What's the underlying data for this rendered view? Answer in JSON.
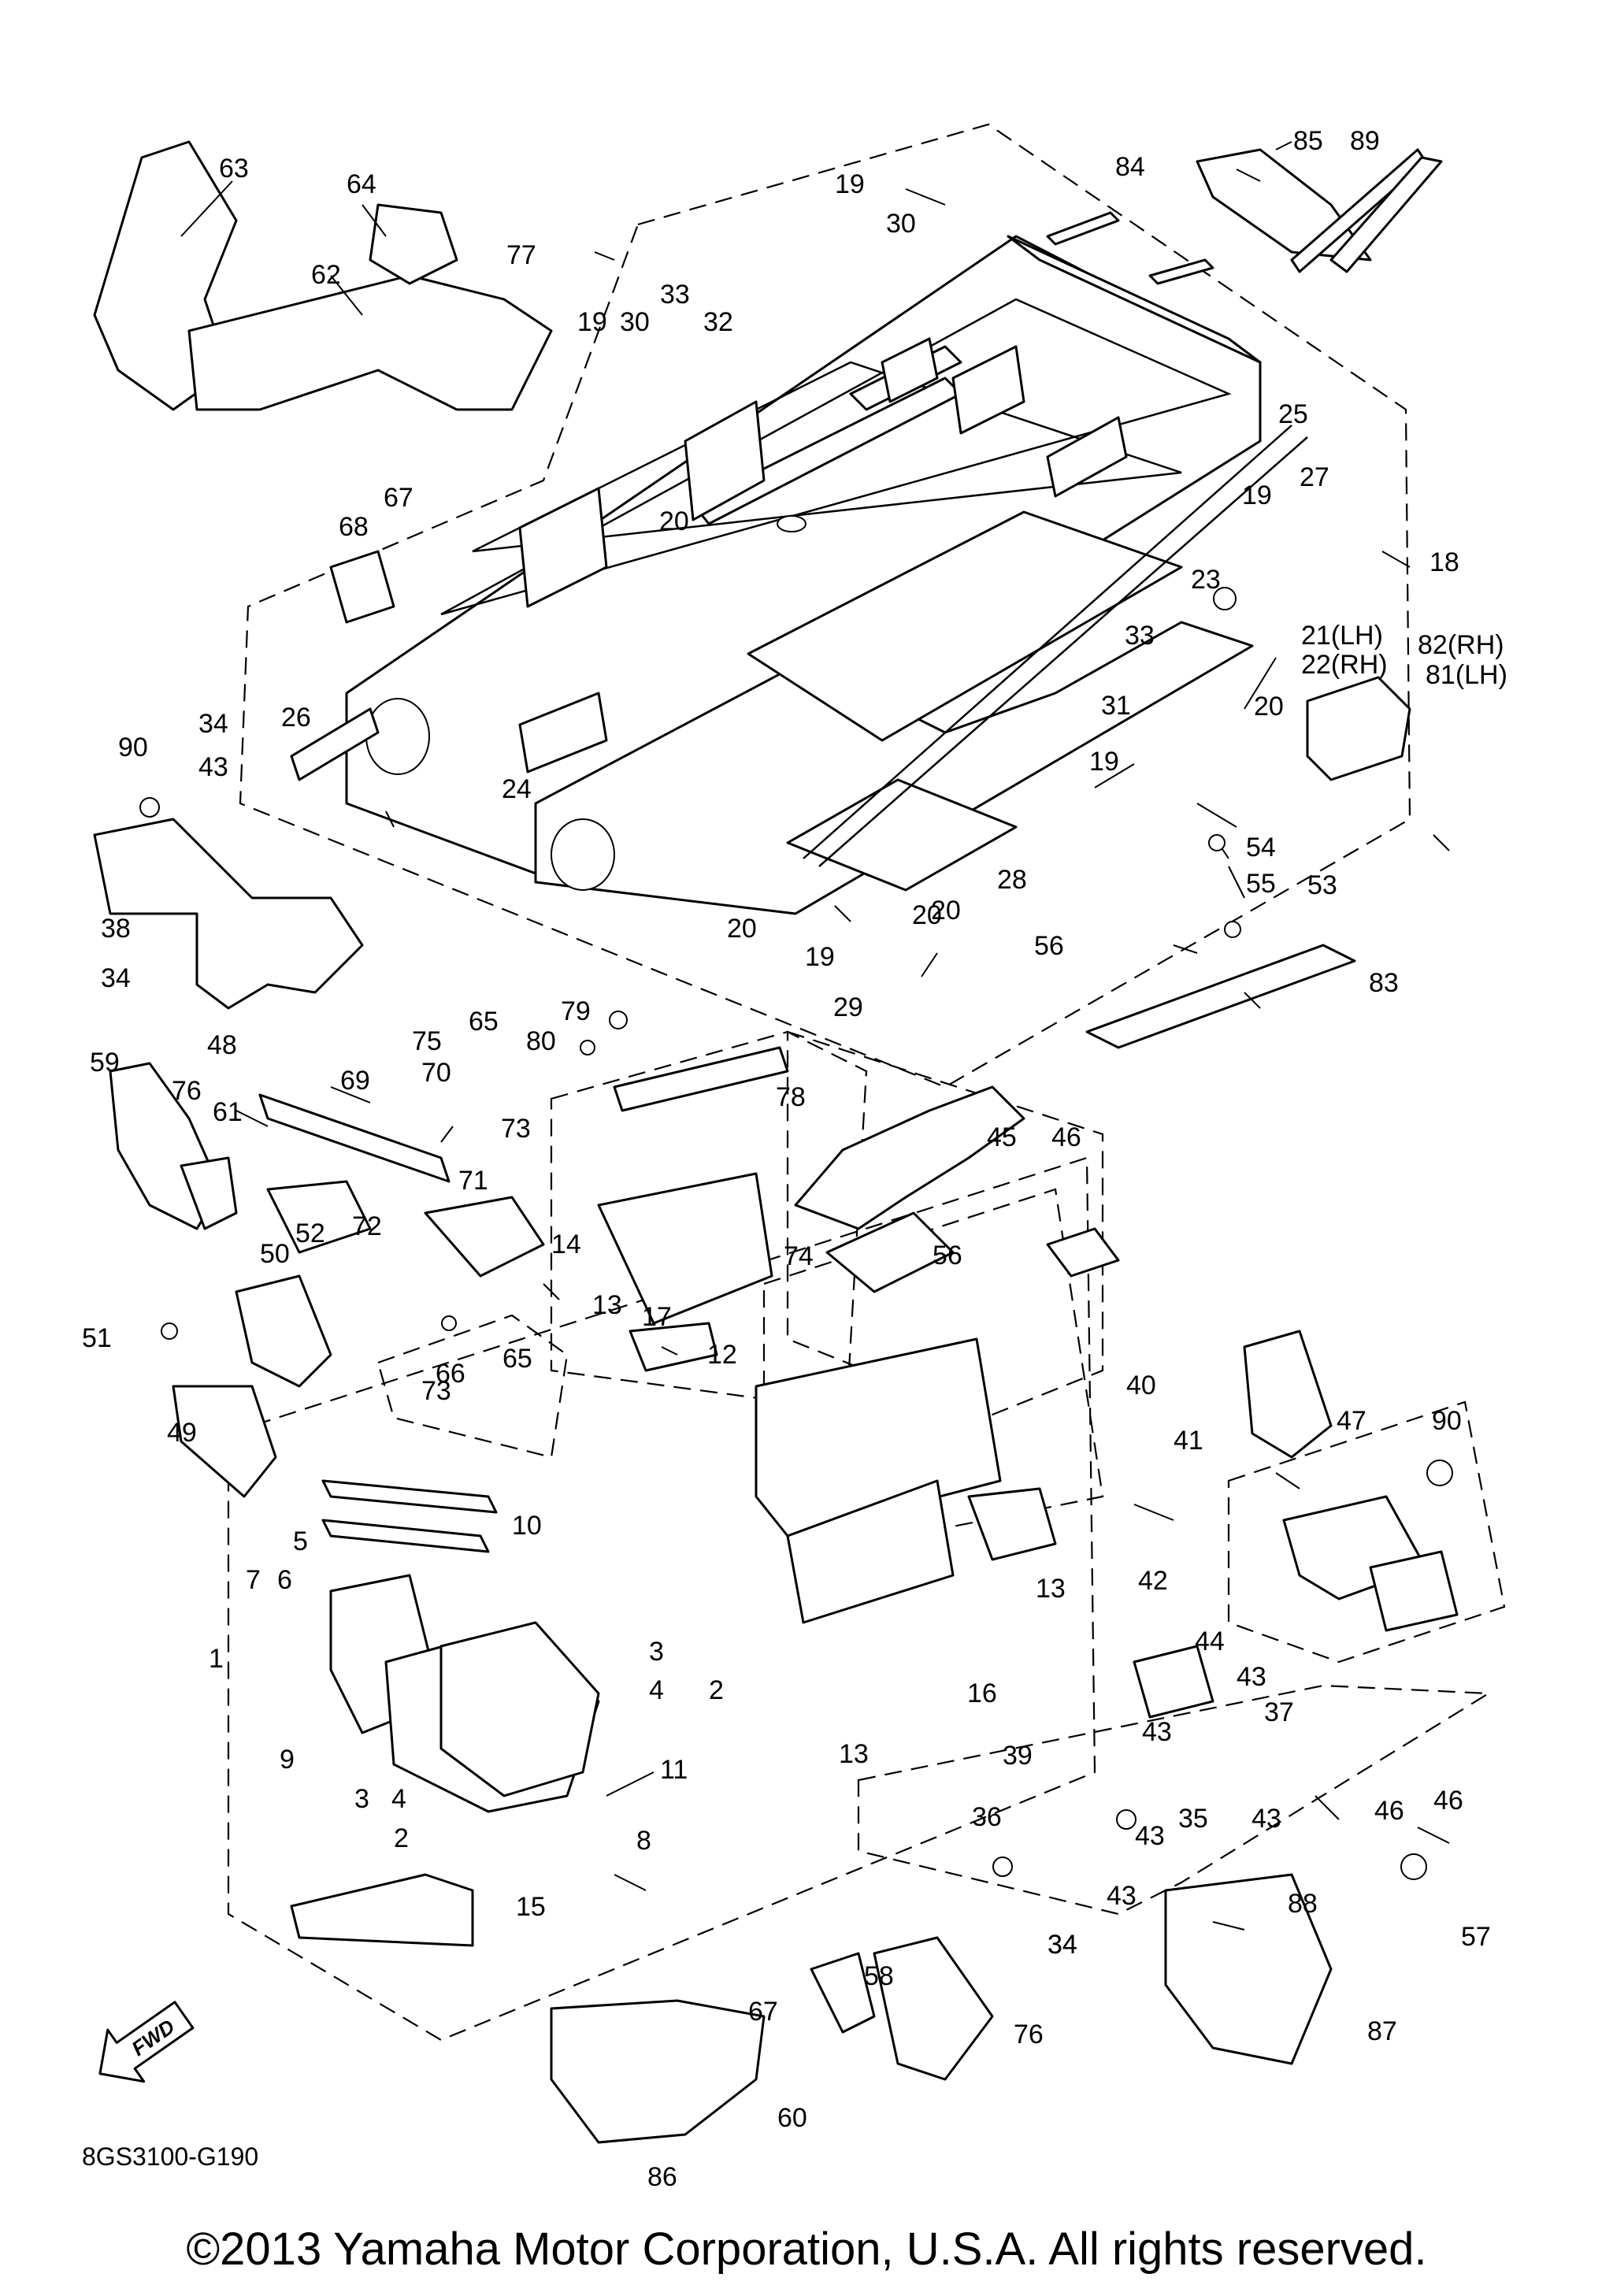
{
  "diagram": {
    "code": "8GS3100-G190",
    "copyright": "©2013 Yamaha Motor Corporation, U.S.A. All rights reserved.",
    "direction_badge": "FWD",
    "callouts": [
      "1",
      "2",
      "2",
      "3",
      "3",
      "4",
      "4",
      "5",
      "6",
      "7",
      "8",
      "9",
      "10",
      "11",
      "12",
      "13",
      "13",
      "13",
      "14",
      "15",
      "16",
      "17",
      "18",
      "19",
      "19",
      "19",
      "19",
      "19",
      "20",
      "20",
      "20",
      "20",
      "20",
      "21(LH)",
      "22(RH)",
      "23",
      "24",
      "25",
      "26",
      "27",
      "28",
      "29",
      "30",
      "30",
      "31",
      "32",
      "33",
      "33",
      "34",
      "34",
      "34",
      "34",
      "35",
      "36",
      "37",
      "38",
      "39",
      "40",
      "41",
      "42",
      "43",
      "43",
      "43",
      "43",
      "43",
      "43",
      "44",
      "45",
      "46",
      "46",
      "46",
      "47",
      "48",
      "49",
      "50",
      "51",
      "52",
      "53",
      "54",
      "55",
      "56",
      "56",
      "57",
      "58",
      "59",
      "60",
      "61",
      "62",
      "63",
      "64",
      "65",
      "65",
      "66",
      "67",
      "67",
      "68",
      "69",
      "70",
      "71",
      "72",
      "73",
      "73",
      "74",
      "75",
      "76",
      "76",
      "77",
      "78",
      "79",
      "80",
      "81(LH)",
      "82(RH)",
      "83",
      "84",
      "85",
      "86",
      "87",
      "88",
      "89",
      "90",
      "90"
    ]
  }
}
